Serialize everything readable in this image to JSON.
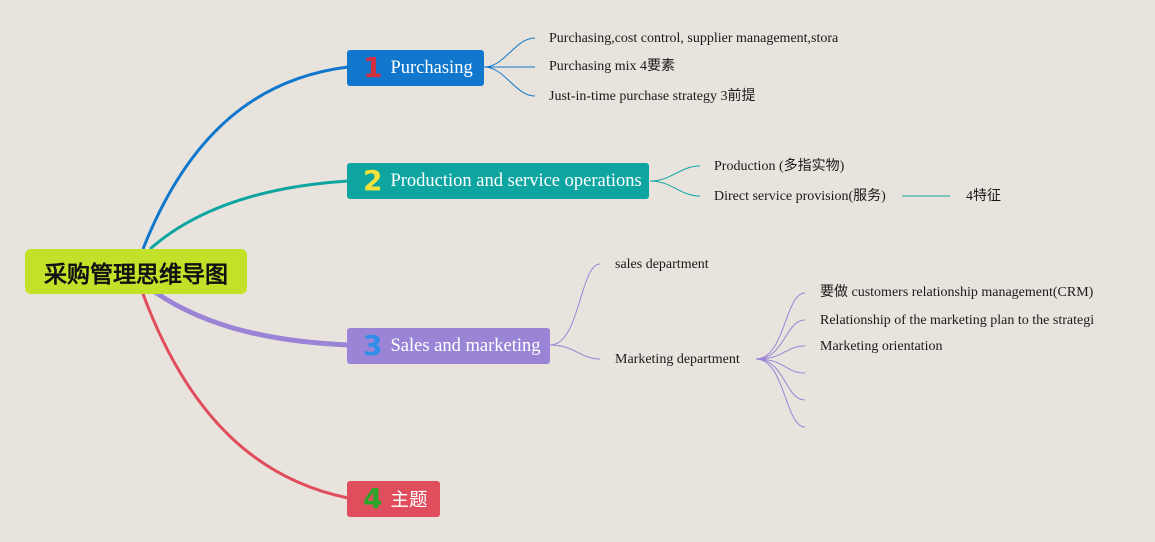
{
  "colors": {
    "background": "#e8e4dd",
    "root": "#c4e12a",
    "purchasing": "#1177cc",
    "production": "#0ea5a1",
    "sales": "#9a84d6",
    "topic": "#e04d5d"
  },
  "root": {
    "label": "采购管理思维导图"
  },
  "branches": [
    {
      "number": "1",
      "number_color": "#d32f3f",
      "label": "Purchasing",
      "children": [
        "Purchasing,cost control, supplier management,stora",
        "Purchasing mix 4要素",
        "Just-in-time purchase strategy 3前提"
      ]
    },
    {
      "number": "2",
      "number_color": "#f4e23a",
      "label": "Production and service operations",
      "children": [
        "Production (多指实物)",
        "Direct service provision(服务)"
      ],
      "grandchild": "4特征"
    },
    {
      "number": "3",
      "number_color": "#2e8ee8",
      "label": "Sales and marketing",
      "children": [
        "sales department",
        "Marketing department"
      ],
      "marketing_children": [
        "要做 customers relationship management(CRM)",
        "Relationship of the marketing plan to the strategi",
        "Marketing orientation"
      ]
    },
    {
      "number": "4",
      "number_color": "#2aa52a",
      "label": "主题"
    }
  ]
}
